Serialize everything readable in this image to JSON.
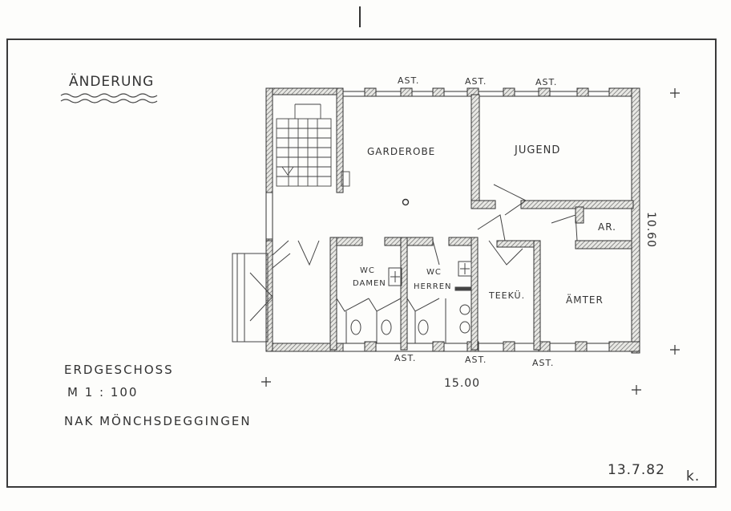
{
  "header": {
    "revision_mark": "ÄNDERUNG"
  },
  "rooms": {
    "garderobe": "GARDEROBE",
    "jugend": "JUGEND",
    "ar": "AR.",
    "wc_damen_1": "WC",
    "wc_damen_2": "DAMEN",
    "wc_herren_1": "WC",
    "wc_herren_2": "HERREN",
    "teekue": "TEEKÜ.",
    "aemter": "ÄMTER"
  },
  "annotations": {
    "ast_top": [
      "AST.",
      "AST.",
      "AST."
    ],
    "ast_bottom": [
      "AST.",
      "AST.",
      "AST."
    ],
    "width_dim": "15.00",
    "height_dim": "10.60",
    "crosshair": "+"
  },
  "title_block": {
    "floor": "ERDGESCHOSS",
    "scale": "M 1 : 100",
    "project": "NAK MÖNCHSDEGGINGEN",
    "date": "13.7.82",
    "initial": "k."
  }
}
